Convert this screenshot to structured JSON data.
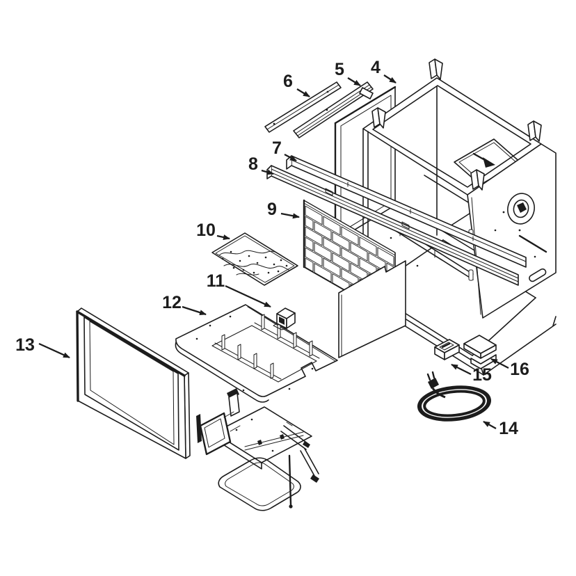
{
  "diagram": {
    "type": "exploded-parts-diagram",
    "subject": "fireplace-insert-firebox",
    "background_color": "#ffffff",
    "line_color": "#1c1c1c",
    "callouts": [
      {
        "label": "4",
        "part": "side-trim-panel"
      },
      {
        "label": "5",
        "part": "top-trim-channel"
      },
      {
        "label": "6",
        "part": "top-trim-bar"
      },
      {
        "label": "7",
        "part": "upper-support-rail"
      },
      {
        "label": "8",
        "part": "lower-support-rail"
      },
      {
        "label": "9",
        "part": "brick-liner-panel"
      },
      {
        "label": "10",
        "part": "ember-bed-plate"
      },
      {
        "label": "11",
        "part": "junction-box"
      },
      {
        "label": "12",
        "part": "base-pan"
      },
      {
        "label": "13",
        "part": "glass-door-frame"
      },
      {
        "label": "14",
        "part": "power-cord-coil"
      },
      {
        "label": "15",
        "part": "receptacle-box"
      },
      {
        "label": "16",
        "part": "mounting-bracket"
      }
    ]
  }
}
